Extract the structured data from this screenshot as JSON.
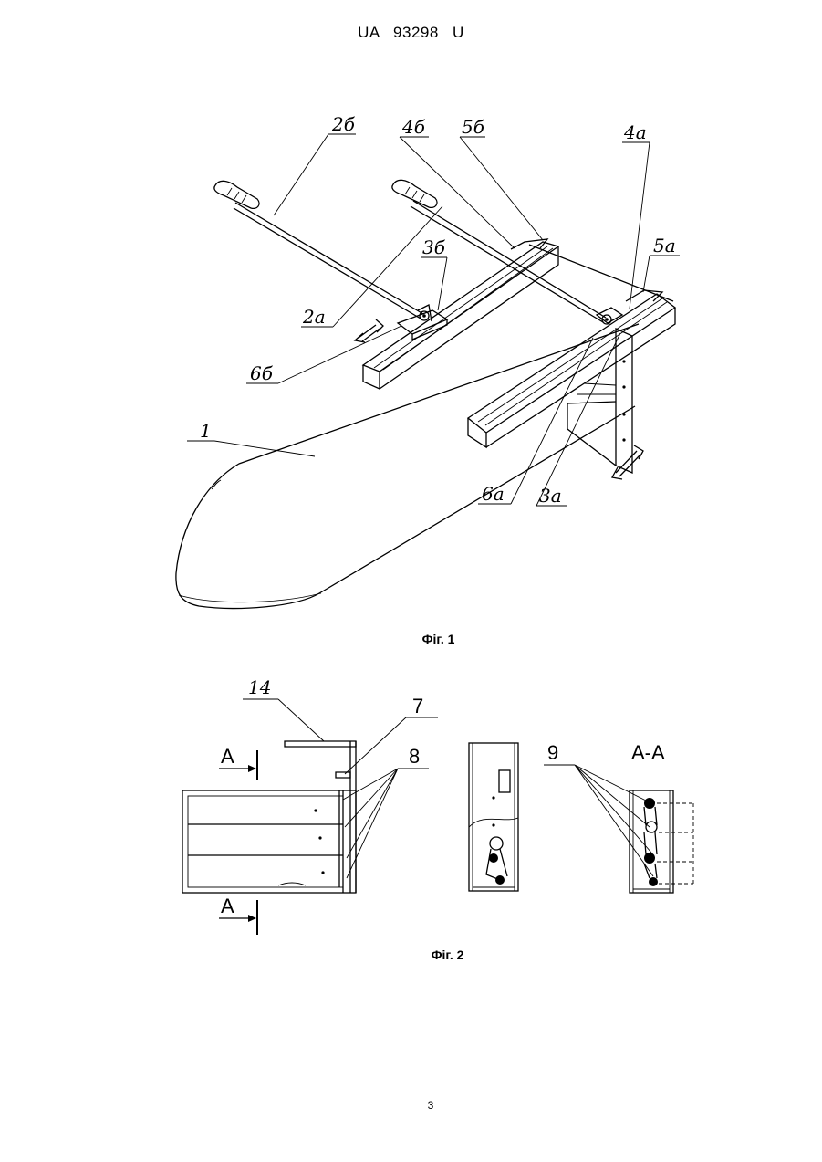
{
  "header": {
    "doc_number": "UA   93298   U"
  },
  "figure1": {
    "caption": "Фіг. 1",
    "labels": {
      "l2b": "2б",
      "l4b": "4б",
      "l5b": "5б",
      "l4a": "4а",
      "l5a": "5а",
      "l3b": "3б",
      "l2a": "2а",
      "l6b": "6б",
      "l1": "1",
      "l6a": "6а",
      "l3a": "3а"
    }
  },
  "figure2": {
    "caption": "Фіг. 2",
    "labels": {
      "l14": "14",
      "l7": "7",
      "l8": "8",
      "l9": "9",
      "section": "А-А",
      "cutTop": "А",
      "cutBottom": "А"
    }
  },
  "page_number": "3"
}
